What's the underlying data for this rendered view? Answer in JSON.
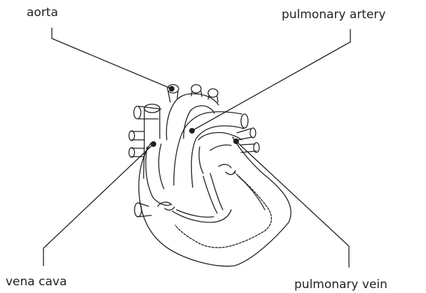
{
  "diagram": {
    "labels": {
      "aorta": "aorta",
      "pulmonary_artery": "pulmonary artery",
      "vena_cava": "vena cava",
      "pulmonary_vein": "pulmonary vein"
    },
    "colors": {
      "line": "#231f20",
      "background": "#ffffff"
    }
  }
}
